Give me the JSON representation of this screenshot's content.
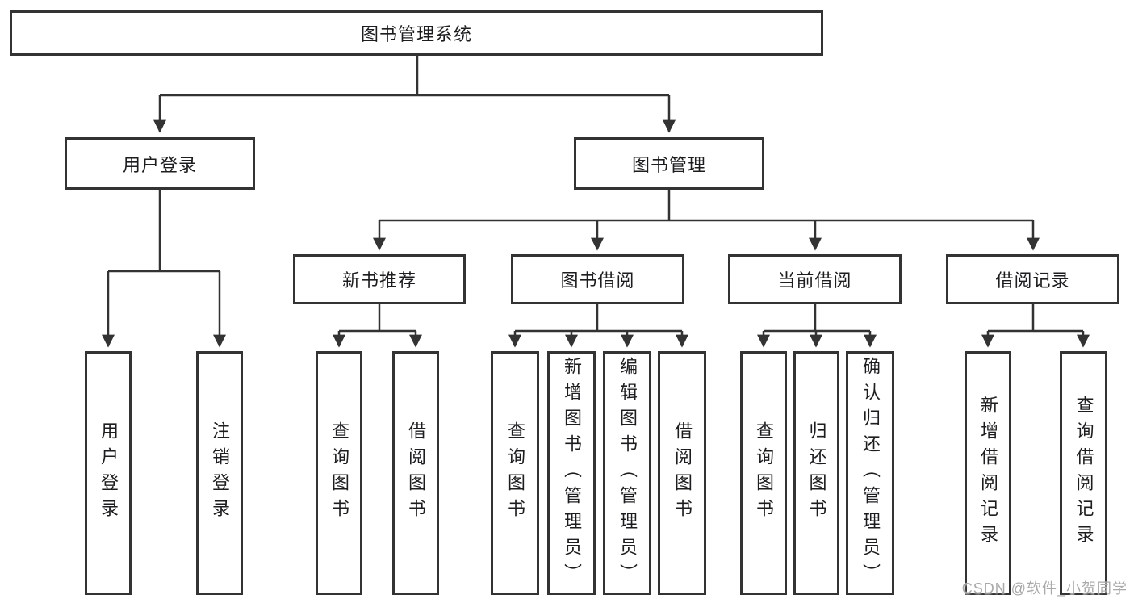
{
  "diagram_title": "图书管理系统",
  "watermark": {
    "text": "CSDN @软件_小贺同学"
  },
  "colors": {
    "line": "#333333",
    "node_border": "#333333",
    "node_background": "#ffffff",
    "text": "#1d1d1f",
    "watermark": "#a9a9a9",
    "page_background": "#ffffff"
  },
  "hierarchy": {
    "root": {
      "label": "图书管理系统",
      "children": [
        {
          "label": "用户登录",
          "children": [
            {
              "label": "用户登录"
            },
            {
              "label": "注销登录"
            }
          ]
        },
        {
          "label": "图书管理",
          "children": [
            {
              "label": "新书推荐",
              "children": [
                {
                  "label": "查询图书"
                },
                {
                  "label": "借阅图书"
                }
              ]
            },
            {
              "label": "图书借阅",
              "children": [
                {
                  "label": "查询图书"
                },
                {
                  "label": "新增图书（管理员）"
                },
                {
                  "label": "编辑图书（管理员）"
                },
                {
                  "label": "借阅图书"
                }
              ]
            },
            {
              "label": "当前借阅",
              "children": [
                {
                  "label": "查询图书"
                },
                {
                  "label": "归还图书"
                },
                {
                  "label": "确认归还（管理员）"
                }
              ]
            },
            {
              "label": "借阅记录",
              "children": [
                {
                  "label": "新增借阅记录"
                },
                {
                  "label": "查询借阅记录"
                }
              ]
            }
          ]
        }
      ]
    }
  }
}
